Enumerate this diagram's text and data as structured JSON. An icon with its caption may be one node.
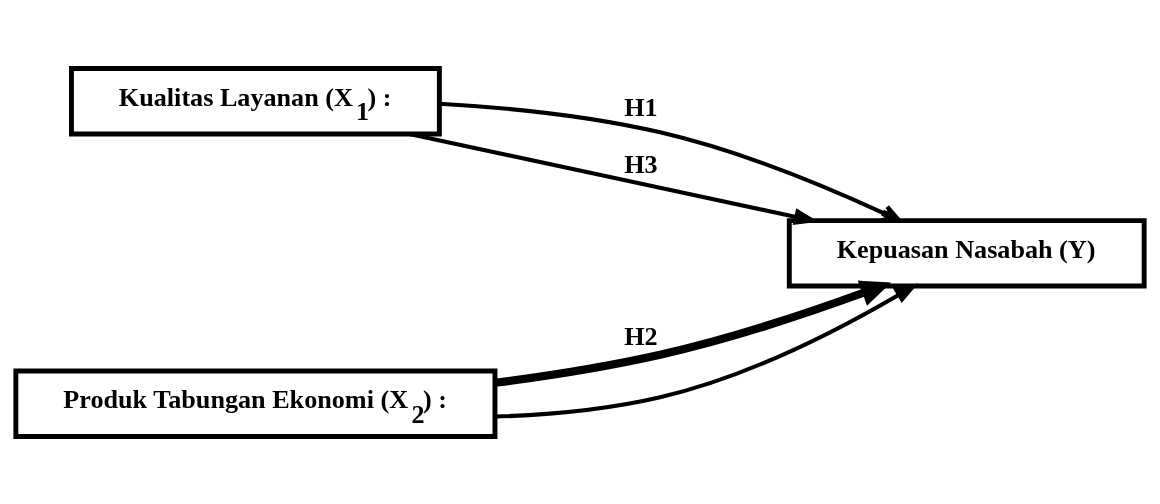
{
  "diagram": {
    "nodes": [
      {
        "text": [
          "Kualitas Layanan (X$_{1}$) :"
        ]
      },
      {
        "text": [
          "Produk Tabungan Ekonomi (X$_{2}$) :"
        ]
      },
      {
        "text": [
          "Kepuasan Nasabah (Y)"
        ]
      }
    ],
    "edges": [
      {
        "from": 0,
        "to": 2,
        "arrow": "to",
        "label": "H1"
      },
      {
        "from": 1,
        "to": 2,
        "arrow": "to",
        "label": "H2",
        "style": "thick"
      },
      {
        "from": 0,
        "to": 2,
        "arrow": "to",
        "label": "H3"
      },
      {
        "from": 1,
        "to": 2,
        "arrow": "to"
      }
    ]
  }
}
